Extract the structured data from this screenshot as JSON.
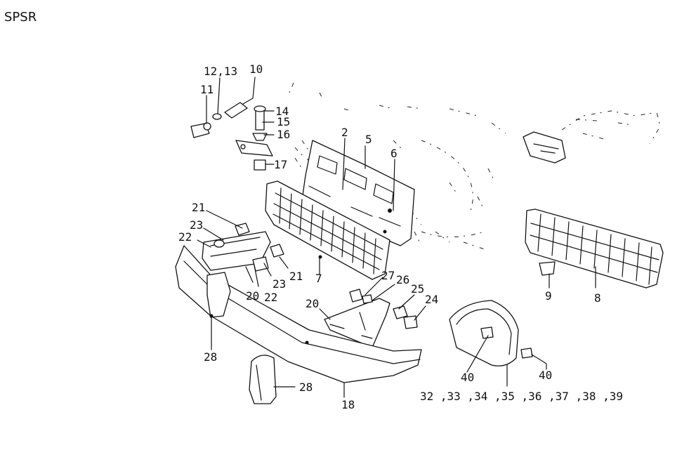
{
  "header": {
    "title": "SPSR"
  },
  "callouts": [
    {
      "id": "c-12-13",
      "text": "12,13"
    },
    {
      "id": "c-10",
      "text": "10"
    },
    {
      "id": "c-11",
      "text": "11"
    },
    {
      "id": "c-14",
      "text": "14"
    },
    {
      "id": "c-15",
      "text": "15"
    },
    {
      "id": "c-16",
      "text": "16"
    },
    {
      "id": "c-17",
      "text": "17"
    },
    {
      "id": "c-2",
      "text": "2"
    },
    {
      "id": "c-5",
      "text": "5"
    },
    {
      "id": "c-6",
      "text": "6"
    },
    {
      "id": "c-21a",
      "text": "21"
    },
    {
      "id": "c-23a",
      "text": "23"
    },
    {
      "id": "c-22a",
      "text": "22"
    },
    {
      "id": "c-21b",
      "text": "21"
    },
    {
      "id": "c-23b",
      "text": "23"
    },
    {
      "id": "c-20a",
      "text": "20"
    },
    {
      "id": "c-22b",
      "text": "22"
    },
    {
      "id": "c-7",
      "text": "7"
    },
    {
      "id": "c-27",
      "text": "27"
    },
    {
      "id": "c-26",
      "text": "26"
    },
    {
      "id": "c-25",
      "text": "25"
    },
    {
      "id": "c-24",
      "text": "24"
    },
    {
      "id": "c-20b",
      "text": "20"
    },
    {
      "id": "c-9",
      "text": "9"
    },
    {
      "id": "c-8",
      "text": "8"
    },
    {
      "id": "c-28a",
      "text": "28"
    },
    {
      "id": "c-28b",
      "text": "28"
    },
    {
      "id": "c-18",
      "text": "18"
    },
    {
      "id": "c-40a",
      "text": "40"
    },
    {
      "id": "c-40b",
      "text": "40"
    },
    {
      "id": "c-32-39",
      "text": "32 ,33 ,34 ,35 ,36 ,37 ,38 ,39"
    }
  ]
}
